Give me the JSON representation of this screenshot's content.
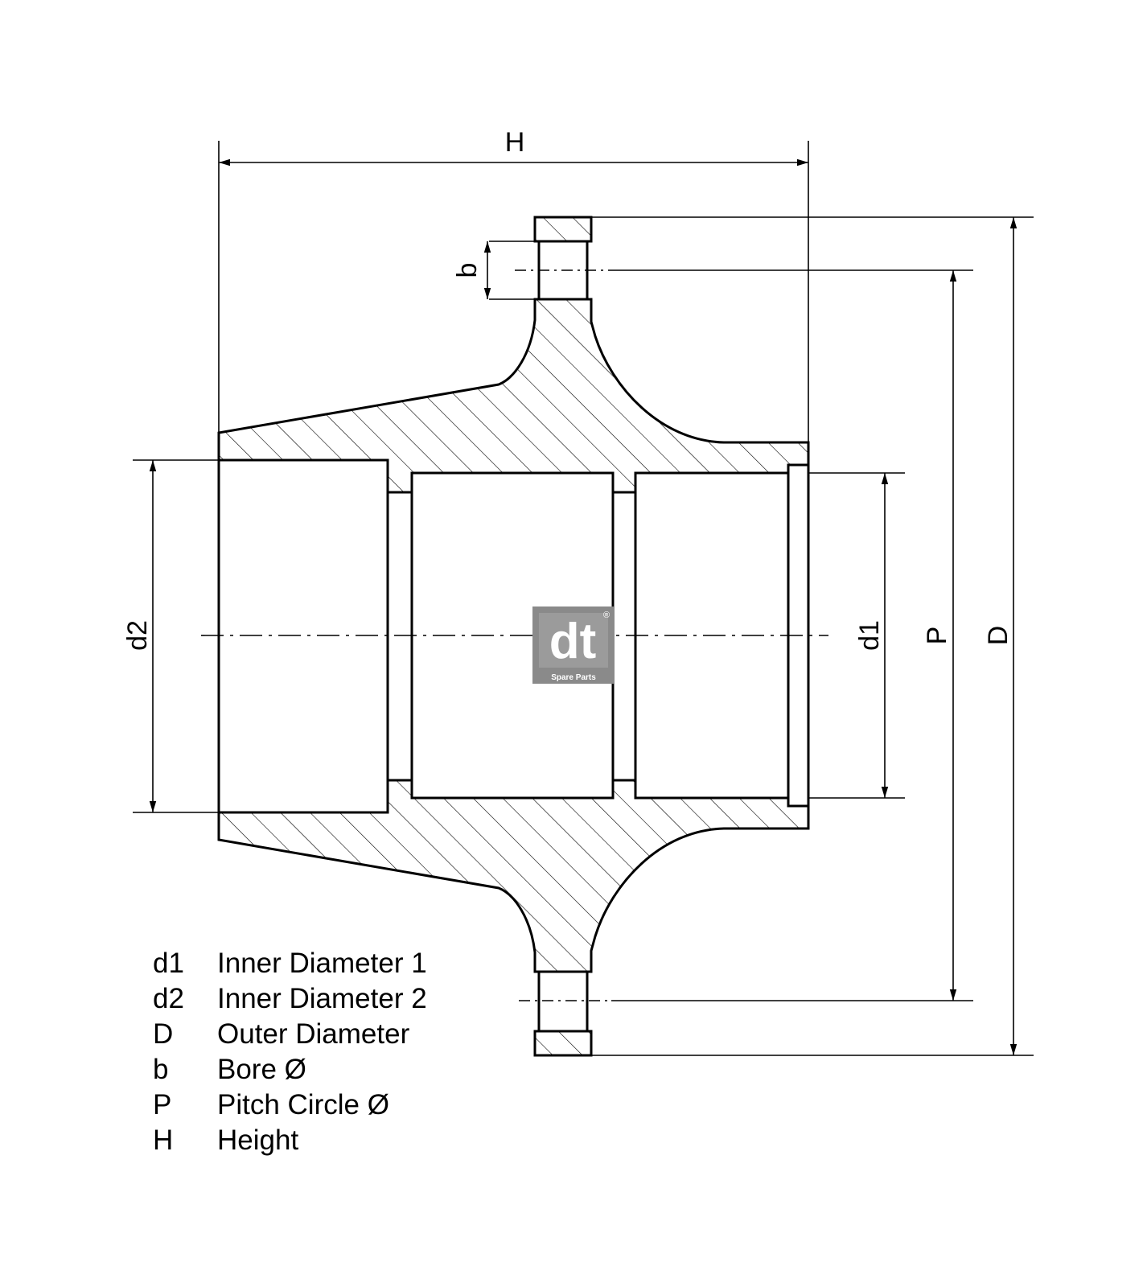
{
  "dimensions": {
    "H": "H",
    "b": "b",
    "d2": "d2",
    "d1": "d1",
    "P": "P",
    "D": "D"
  },
  "legend": [
    {
      "symbol": "d1",
      "label": "Inner Diameter 1"
    },
    {
      "symbol": "d2",
      "label": "Inner Diameter 2"
    },
    {
      "symbol": "D",
      "label": "Outer Diameter"
    },
    {
      "symbol": "b",
      "label": "Bore Ø"
    },
    {
      "symbol": "P",
      "label": "Pitch Circle Ø"
    },
    {
      "symbol": "H",
      "label": "Height"
    }
  ],
  "logo": {
    "mark": "dt",
    "subtitle": "Spare Parts",
    "registered": "®",
    "color": "#8a8a8a"
  },
  "colors": {
    "line": "#000000",
    "background": "#ffffff"
  }
}
